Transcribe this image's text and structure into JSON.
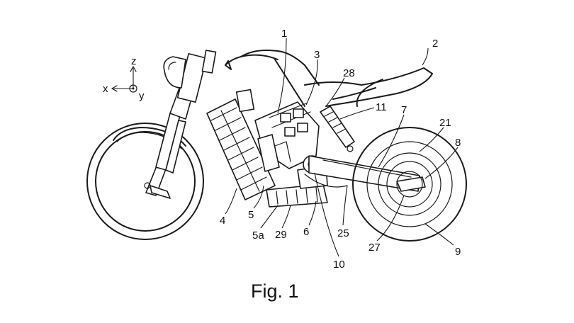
{
  "figure": {
    "caption": "Fig. 1",
    "axes": {
      "x": "x",
      "y": "y",
      "z": "z"
    },
    "reference_numerals": [
      "1",
      "2",
      "3",
      "28",
      "11",
      "7",
      "21",
      "8",
      "4",
      "5",
      "5a",
      "29",
      "6",
      "25",
      "10",
      "27",
      "9"
    ]
  },
  "colors": {
    "line": "#1a1a1a",
    "background": "#ffffff"
  }
}
